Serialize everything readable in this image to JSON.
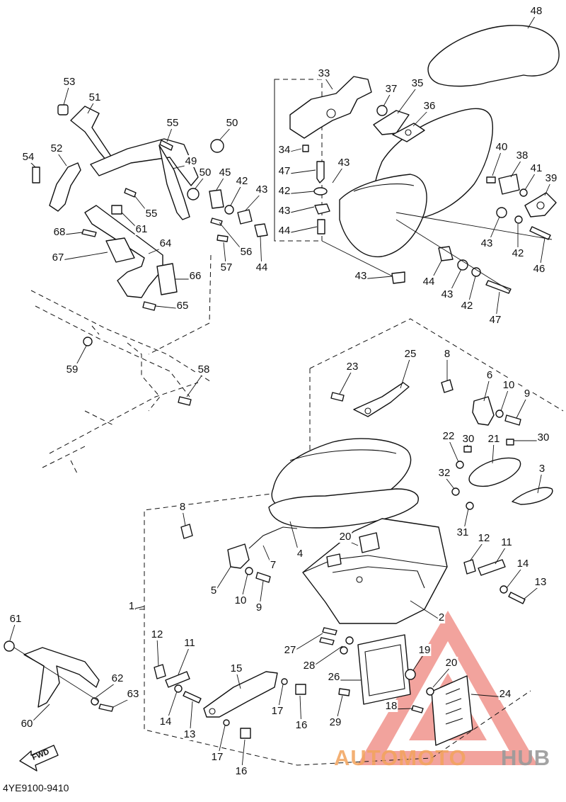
{
  "diagram": {
    "drawing_code": "4YE9100-9410",
    "fwd_label": "FWD",
    "watermark": {
      "brand_part1": "AUTOMOTO",
      "brand_part2": "HUB",
      "color_part1": "#f2a35c",
      "color_part2": "#9a9a9a",
      "triangle_color": "#e8574c"
    },
    "callouts": [
      "1",
      "2",
      "3",
      "4",
      "5",
      "6",
      "7",
      "8",
      "8",
      "9",
      "9",
      "10",
      "10",
      "11",
      "11",
      "12",
      "12",
      "13",
      "13",
      "14",
      "14",
      "15",
      "16",
      "16",
      "17",
      "17",
      "18",
      "19",
      "20",
      "20",
      "21",
      "22",
      "23",
      "24",
      "25",
      "26",
      "27",
      "28",
      "29",
      "30",
      "30",
      "31",
      "32",
      "33",
      "34",
      "35",
      "36",
      "37",
      "38",
      "39",
      "40",
      "41",
      "42",
      "42",
      "42",
      "42",
      "43",
      "43",
      "43",
      "43",
      "43",
      "43",
      "44",
      "44",
      "44",
      "45",
      "46",
      "47",
      "47",
      "48",
      "49",
      "50",
      "50",
      "51",
      "52",
      "53",
      "54",
      "55",
      "55",
      "56",
      "57",
      "58",
      "59",
      "60",
      "61",
      "61",
      "62",
      "63",
      "64",
      "65",
      "66",
      "67",
      "68"
    ]
  }
}
